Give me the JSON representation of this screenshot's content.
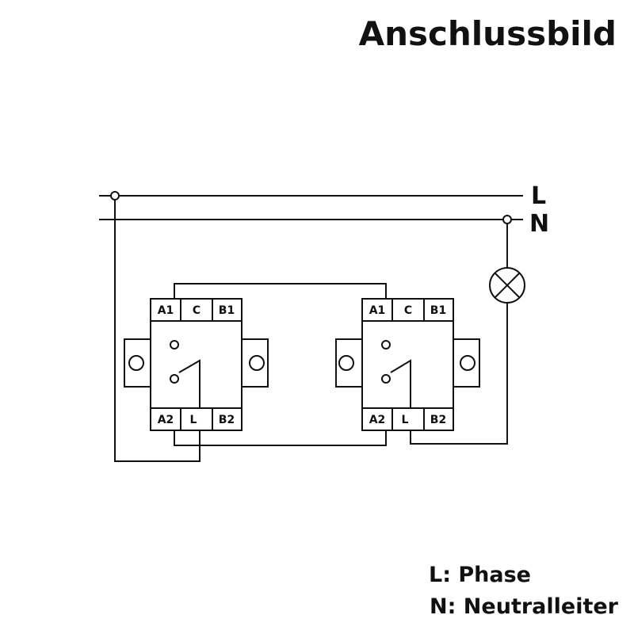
{
  "title": "Anschlussbild",
  "lines": {
    "phase_label": "L",
    "neutral_label": "N"
  },
  "switches": [
    {
      "terminals_top": [
        "A1",
        "C",
        "B1"
      ],
      "terminals_bottom": [
        "A2",
        "L",
        "B2"
      ]
    },
    {
      "terminals_top": [
        "A1",
        "C",
        "B1"
      ],
      "terminals_bottom": [
        "A2",
        "L",
        "B2"
      ]
    }
  ],
  "legend": {
    "phase": "L: Phase",
    "neutral": "N: Neutralleiter"
  },
  "colors": {
    "line": "#111111",
    "background": "#ffffff"
  }
}
